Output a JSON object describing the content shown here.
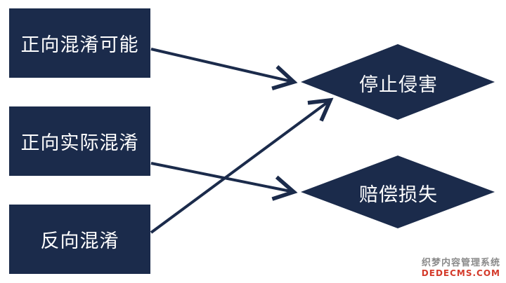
{
  "nodes": {
    "source_1": "正向混淆可能",
    "source_2": "正向实际混淆",
    "source_3": "反向混淆",
    "outcome_1": "停止侵害",
    "outcome_2": "赔偿损失"
  },
  "edges": [
    {
      "from": "正向混淆可能",
      "to": "停止侵害"
    },
    {
      "from": "反向混淆",
      "to": "停止侵害"
    },
    {
      "from": "正向实际混淆",
      "to": "赔偿损失"
    }
  ],
  "colors": {
    "node_fill": "#1b2b4b",
    "arrow": "#1b2b4b",
    "text": "#ffffff",
    "watermark_cn": "#8a8a8a",
    "watermark_en": "#d43a2a"
  },
  "watermark": {
    "line1": "织梦内容管理系统",
    "line2": "DEDECMS.COM"
  }
}
